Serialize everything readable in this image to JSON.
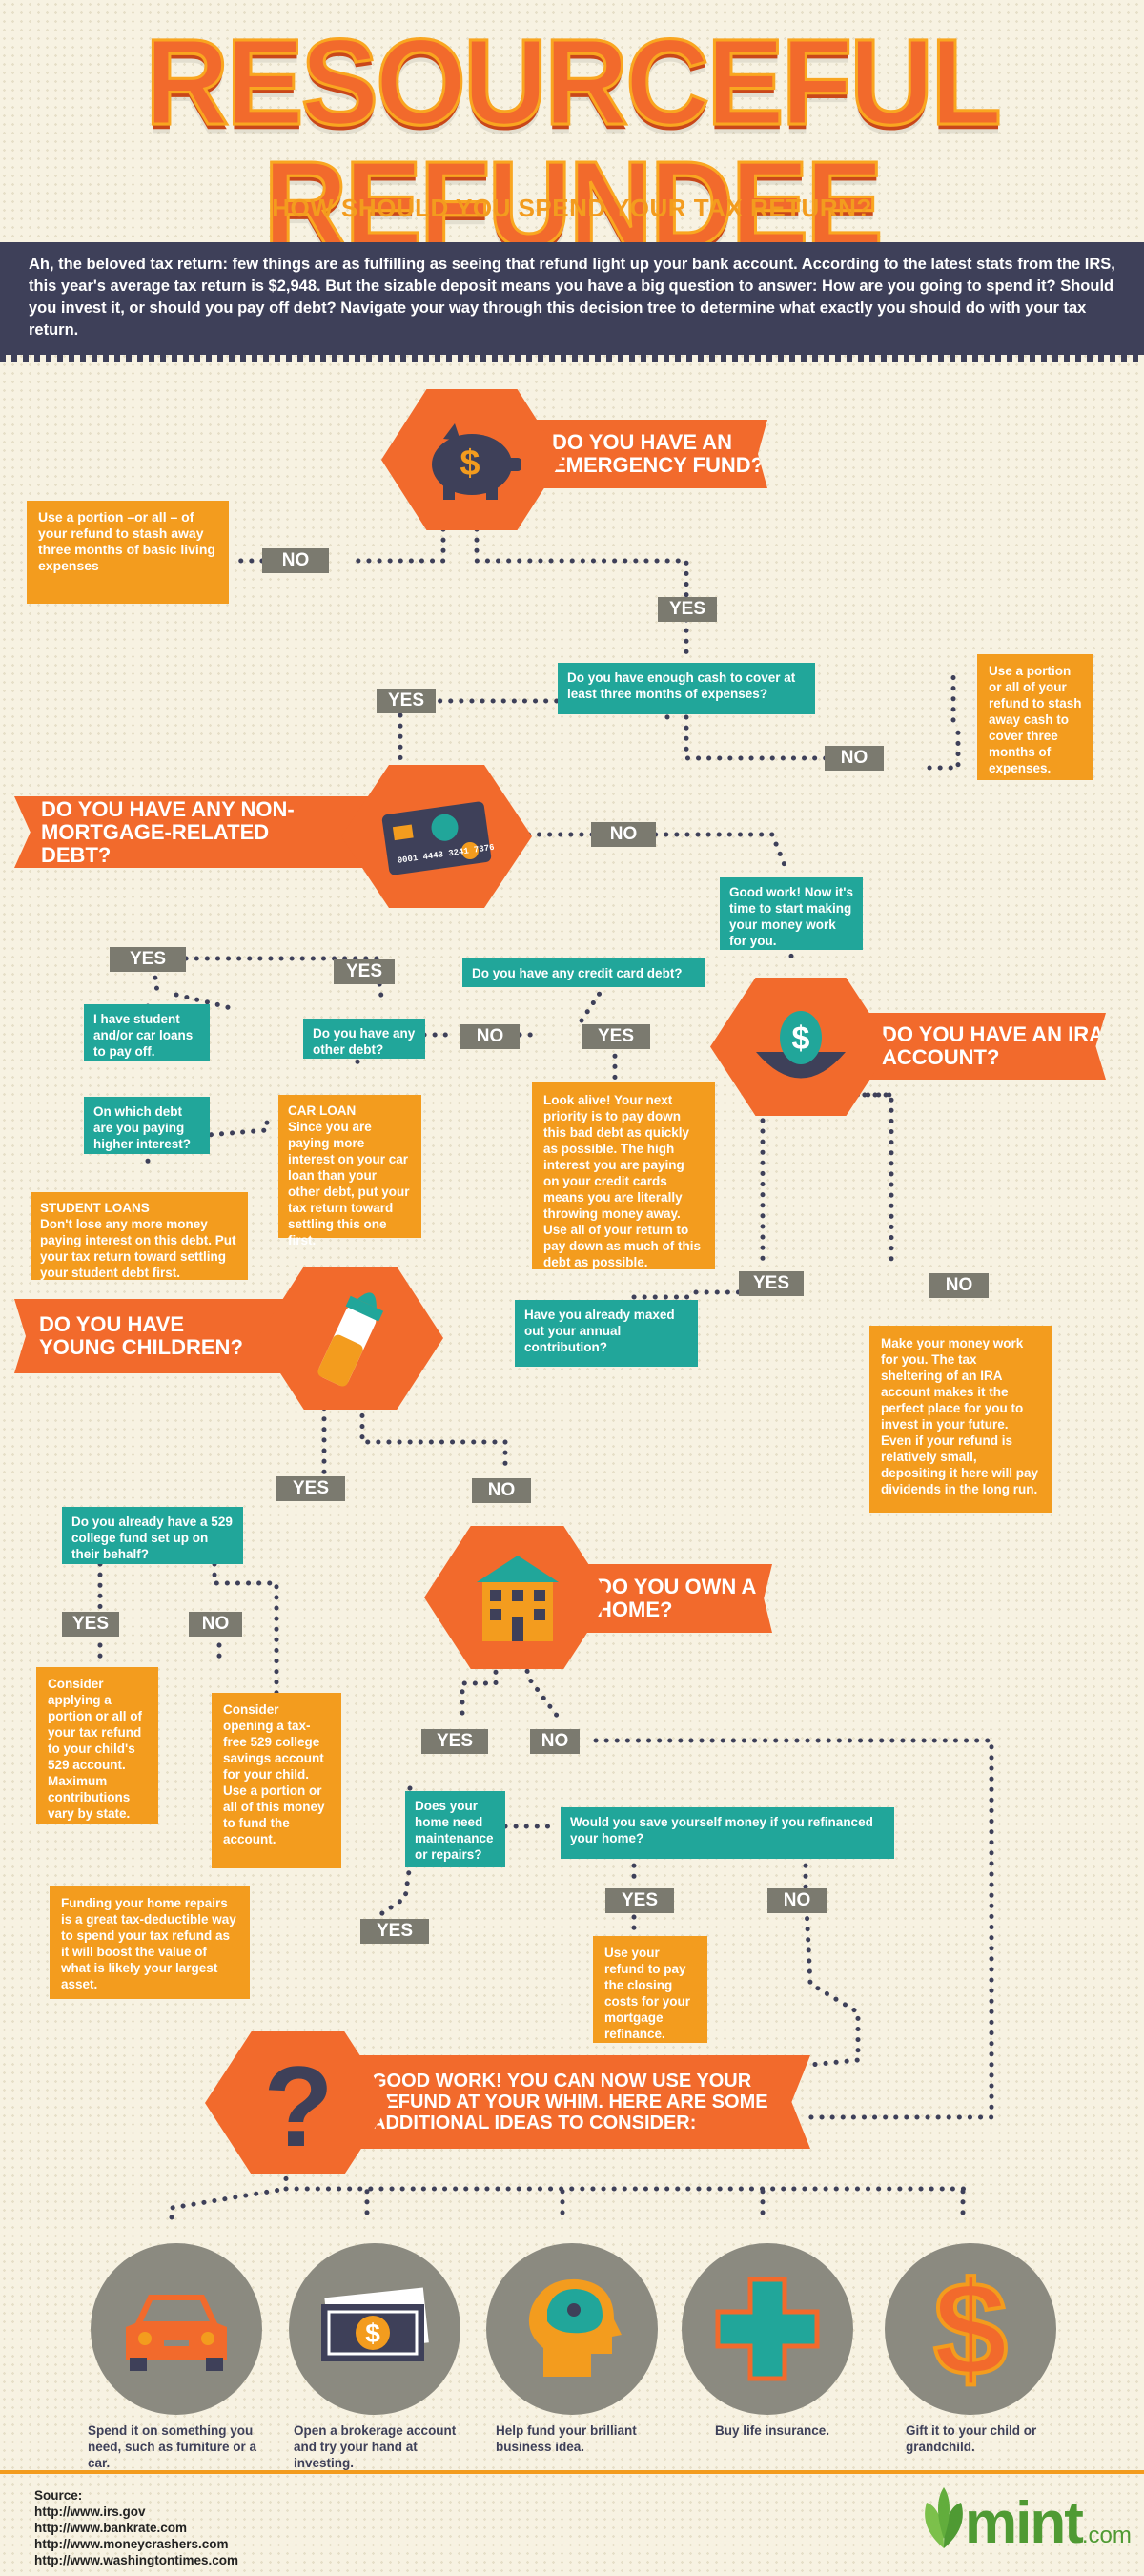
{
  "title": "RESOURCEFUL REFUNDEE",
  "subtitle": "HOW SHOULD YOU SPEND YOUR TAX RETURN?",
  "intro": "Ah, the beloved tax return: few things are as fulfilling as seeing that refund light up your bank account. According to the latest stats from the IRS, this year's average tax return is $2,948. But the sizable deposit means you have a big question to answer: How are you going to spend it? Should you invest it, or should you pay off debt? Navigate your way through this decision tree to determine what exactly you should do with your tax return.",
  "questions": {
    "emergency": "DO YOU HAVE AN EMERGENCY FUND?",
    "debt": "DO YOU HAVE ANY NON-MORTGAGE-RELATED DEBT?",
    "ira": "DO YOU HAVE AN IRA ACCOUNT?",
    "children": "DO YOU HAVE YOUNG CHILDREN?",
    "home": "DO YOU OWN A HOME?",
    "final": "GOOD WORK! YOU CAN NOW USE YOUR REFUND AT YOUR WHIM. HERE ARE SOME ADDITIONAL IDEAS TO CONSIDER:"
  },
  "boxes": {
    "stash_left": "Use a portion –or all – of your refund to stash away three months of basic living expenses",
    "enough_cash": "Do you have enough cash to cover at least three months of expenses?",
    "stash_right": "Use a portion or all of your refund to stash away cash to cover three months of expenses.",
    "good_work": "Good work! Now it's time to start making your money work for you.",
    "credit_card": "Do you have any credit card debt?",
    "student_car": "I have student and/or car loans to pay off.",
    "other_debt": "Do you have any other debt?",
    "which_debt": "On which debt are you paying higher interest?",
    "car_loan_title": "CAR LOAN",
    "car_loan": "Since you are paying more interest on your car loan than your other debt, put your tax return toward settling this one first.",
    "student_loans_title": "STUDENT LOANS",
    "student_loans": "Don't lose any more money paying interest on this debt. Put your tax return toward settling your student debt first.",
    "look_alive": "Look alive! Your next priority is to pay down this bad debt as quickly as possible. The high interest you are paying on your credit cards means you are literally throwing money away. Use all of your return to pay down as much of this debt as possible.",
    "maxed_out": "Have you already maxed out your annual contribution?",
    "make_money": "Make your money work for you. The tax sheltering of an IRA account makes it the perfect place for you to invest in your future. Even if your refund is relatively small, depositing it here will pay dividends in the long run.",
    "college_fund": "Do you already have a 529 college fund set up on their behalf?",
    "apply_529": "Consider applying a portion or all of your tax refund to your child's 529 account. Maximum contributions vary by state.",
    "open_529": "Consider opening a tax-free 529 college savings account for your child. Use a portion or all of this money to fund the account.",
    "maintenance": "Does your home need maintenance or repairs?",
    "refinance": "Would you save yourself money if you refinanced your home?",
    "repairs_fund": "Funding your home repairs is a great tax-deductible way to spend your tax refund as it will boost the value of what is likely your largest asset.",
    "closing_costs": "Use your refund to pay the closing costs for your mortgage refinance."
  },
  "labels": {
    "yes": "YES",
    "no": "NO"
  },
  "card": {
    "number": "0001 4443 3241 7376"
  },
  "ideas": [
    {
      "icon": "car-icon",
      "text": "Spend it on something you need, such as furniture or a car."
    },
    {
      "icon": "cash-icon",
      "text": "Open a brokerage account and try your hand at investing."
    },
    {
      "icon": "brain-icon",
      "text": "Help fund your brilliant business idea."
    },
    {
      "icon": "medical-cross-icon",
      "text": "Buy life insurance."
    },
    {
      "icon": "dollar-sign-icon",
      "text": "Gift it to your child or grandchild."
    }
  ],
  "sources": {
    "label": "Source:",
    "urls": [
      "http://www.irs.gov",
      "http://www.bankrate.com",
      "http://www.moneycrashers.com",
      "http://www.washingtontimes.com"
    ]
  },
  "brand": {
    "name": "mint",
    "suffix": ".com"
  },
  "colors": {
    "orange": "#f26a2c",
    "amber": "#f39c1e",
    "teal": "#21a69a",
    "navy": "#3e4059",
    "gray": "#7b7a6f"
  }
}
